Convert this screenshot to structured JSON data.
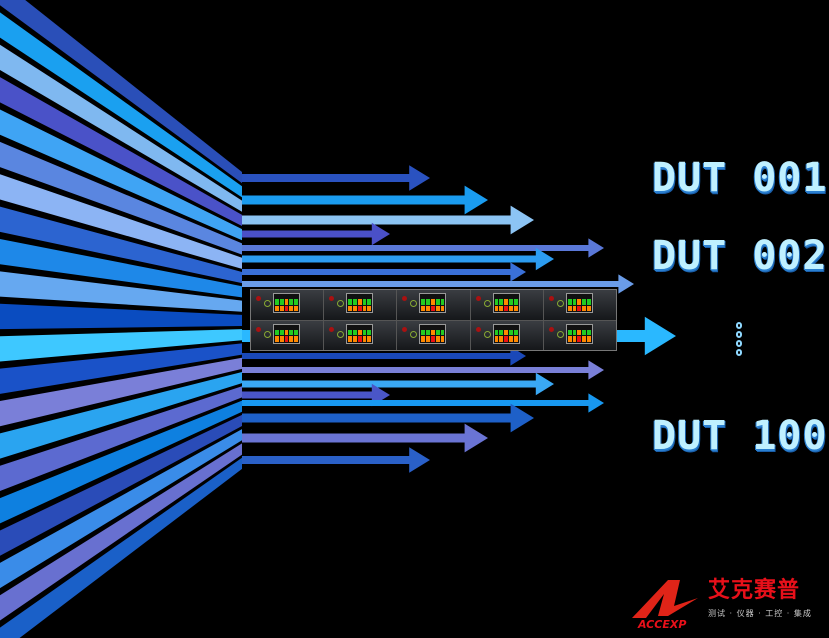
{
  "labels": {
    "dut_first": "DUT 001",
    "dut_second": "DUT 002",
    "dut_last": "DUT 100"
  },
  "logo": {
    "chinese_name": "艾克赛普",
    "tagline": "测试 · 仪器 · 工控 · 集成",
    "english_name": "ACCEXP"
  },
  "colors": {
    "stripes": [
      "#2a4fb8",
      "#1aa0f0",
      "#7fb8f0",
      "#4a52c8",
      "#3fa4f4",
      "#5a86e0",
      "#8cb4f4",
      "#2c64d0",
      "#1e88e8",
      "#66a8f0",
      "#0a4cc0",
      "#3ec8ff",
      "#1a52c8",
      "#7a7fd8",
      "#2aa4f0",
      "#5c6ad0",
      "#0e80e0",
      "#2a4cb8",
      "#3a8ce8",
      "#6870d0",
      "#1a60c8"
    ],
    "arrows": [
      "#2a52c0",
      "#1a9cf0",
      "#8cc4f4",
      "#4a50c8",
      "#5a78d8",
      "#2c9cf0",
      "#3a70d8",
      "#6a9ce8",
      "#2ab8ff",
      "#1a48b8",
      "#7a80d8",
      "#3aa8f4",
      "#4a56c8",
      "#1898f0",
      "#1e60c8",
      "#6a74d4",
      "#2a60c8"
    ]
  }
}
